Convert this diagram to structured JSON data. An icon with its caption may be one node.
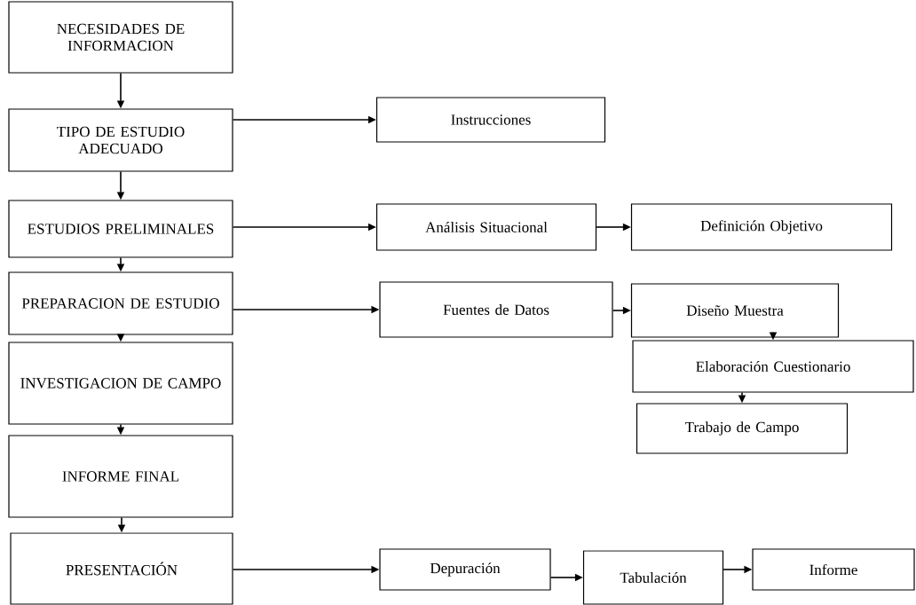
{
  "diagram": {
    "nodes": [
      {
        "text": [
          "NECESIDADES DE INFORMACION"
        ]
      },
      {
        "text": [
          "TIPO DE ESTUDIO ADECUADO"
        ]
      },
      {
        "text": [
          "ESTUDIOS PRELIMINALES"
        ]
      },
      {
        "text": [
          "PREPARACION DE ESTUDIO"
        ]
      },
      {
        "text": [
          "INVESTIGACION DE CAMPO"
        ]
      },
      {
        "text": [
          "INFORME FINAL"
        ]
      },
      {
        "text": [
          "PRESENTACIÓN"
        ]
      },
      {
        "text": [
          "Instrucciones"
        ]
      },
      {
        "text": [
          "Análisis Situacional"
        ]
      },
      {
        "text": [
          "Definición Objetivo"
        ]
      },
      {
        "text": [
          "Fuentes de Datos"
        ]
      },
      {
        "text": [
          "Diseño Muestra"
        ]
      },
      {
        "text": [
          "Elaboración Cuestionario"
        ]
      },
      {
        "text": [
          "Trabajo de Campo"
        ]
      },
      {
        "text": [
          "Depuración"
        ]
      },
      {
        "text": [
          "Tabulación"
        ]
      },
      {
        "text": [
          "Informe"
        ]
      }
    ],
    "edges": [
      {
        "from": 0,
        "to": 1,
        "arrow": "to"
      },
      {
        "from": 1,
        "to": 2,
        "arrow": "to"
      },
      {
        "from": 2,
        "to": 3,
        "arrow": "to"
      },
      {
        "from": 3,
        "to": 4,
        "arrow": "to"
      },
      {
        "from": 4,
        "to": 5,
        "arrow": "to"
      },
      {
        "from": 5,
        "to": 6,
        "arrow": "to"
      },
      {
        "from": 1,
        "to": 7,
        "arrow": "to"
      },
      {
        "from": 2,
        "to": 8,
        "arrow": "to"
      },
      {
        "from": 8,
        "to": 9,
        "arrow": "to"
      },
      {
        "from": 3,
        "to": 10,
        "arrow": "to"
      },
      {
        "from": 10,
        "to": 11,
        "arrow": "to"
      },
      {
        "from": 11,
        "to": 12,
        "arrow": "to"
      },
      {
        "from": 12,
        "to": 13,
        "arrow": "to"
      },
      {
        "from": 6,
        "to": 14,
        "arrow": "to"
      },
      {
        "from": 14,
        "to": 15,
        "arrow": "to"
      },
      {
        "from": 15,
        "to": 16,
        "arrow": "to"
      }
    ]
  }
}
